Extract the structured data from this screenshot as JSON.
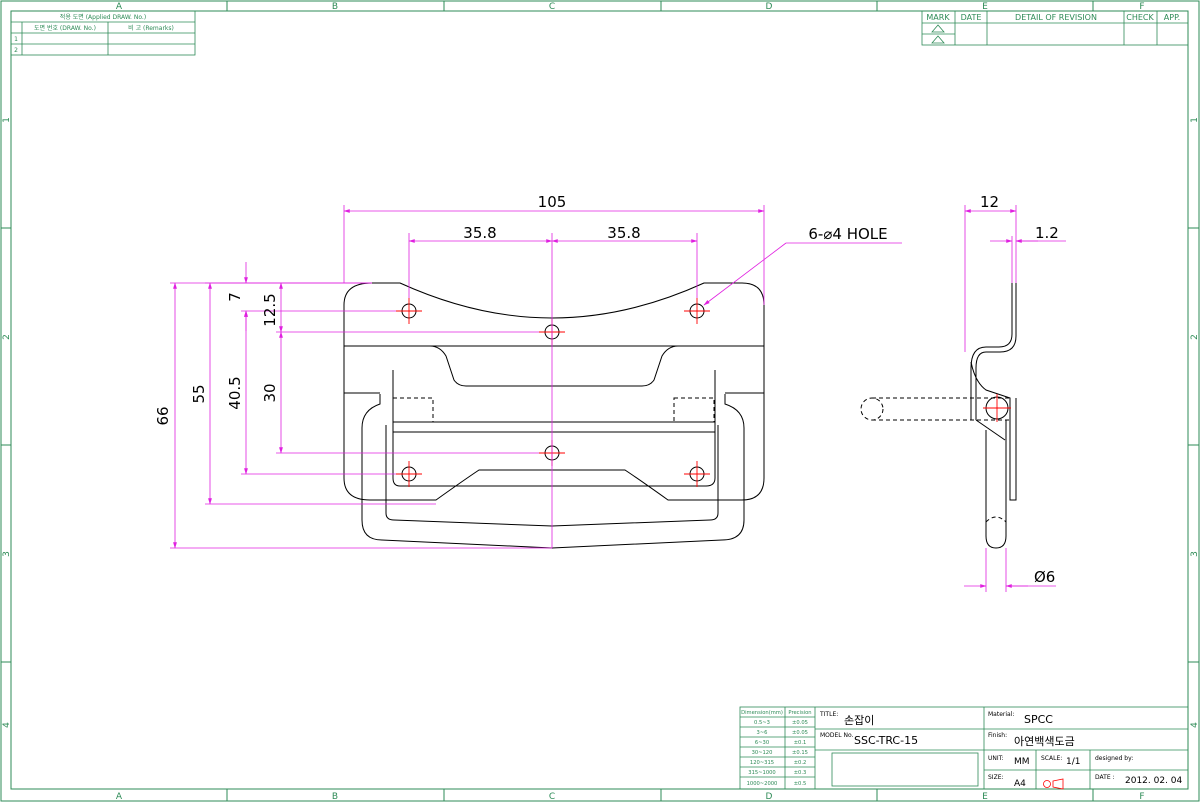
{
  "border": {
    "columns": [
      "A",
      "B",
      "C",
      "D",
      "E",
      "F"
    ],
    "rows": [
      "1",
      "2",
      "3",
      "4"
    ]
  },
  "applied_table": {
    "title": "적용 도면 (Applied DRAW. No.)",
    "col1": "도면 번호 (DRAW. No.)",
    "col2": "비 고 (Remarks)",
    "rows": [
      "1",
      "2"
    ]
  },
  "revision_table": {
    "headers": [
      "MARK",
      "DATE",
      "DETAIL OF REVISION",
      "CHECK",
      "APP."
    ]
  },
  "dimensions": {
    "overall_width": "105",
    "hole_pitch_left": "35.8",
    "hole_pitch_right": "35.8",
    "hole_callout": "6-⌀4 HOLE",
    "side_width": "12",
    "thickness": "1.2",
    "overall_height": "66",
    "height_55": "55",
    "height_40_5": "40.5",
    "height_30": "30",
    "height_12_5": "12.5",
    "height_7": "7",
    "roll_diameter": "Ø6"
  },
  "title_block": {
    "tolerance": {
      "headers": [
        "Dimension(mm)",
        "Precision"
      ],
      "rows": [
        [
          "0.5~3",
          "±0.05"
        ],
        [
          "3~6",
          "±0.05"
        ],
        [
          "6~30",
          "±0.1"
        ],
        [
          "30~120",
          "±0.15"
        ],
        [
          "120~315",
          "±0.2"
        ],
        [
          "315~1000",
          "±0.3"
        ],
        [
          "1000~2000",
          "±0.5"
        ]
      ]
    },
    "title_label": "TITLE:",
    "title_value": "손잡이",
    "model_label": "MODEL No.",
    "model_value": "SSC-TRC-15",
    "material_label": "Material:",
    "material_value": "SPCC",
    "finish_label": "Finish:",
    "finish_value": "아연백색도금",
    "unit_label": "UNIT:",
    "unit_value": "MM",
    "scale_label": "SCALE:",
    "scale_value": "1/1",
    "size_label": "SIZE:",
    "size_value": "A4",
    "designed_label": "designed by:",
    "date_label": "DATE :",
    "date_value": "2012. 02. 04"
  }
}
